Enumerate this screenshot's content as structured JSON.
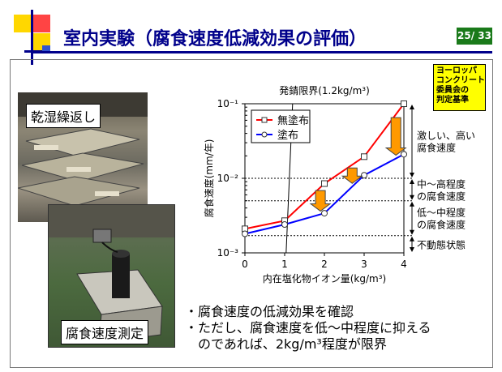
{
  "slide": {
    "title": "室内実験（腐食速度低減効果の評価）",
    "page_number": "25/ 33",
    "accent_color": "#00008b",
    "page_badge_color": "#1a7a1a"
  },
  "photos": {
    "top_caption": "乾湿繰返し",
    "bottom_caption": "腐食速度測定"
  },
  "standard_box": {
    "lines": [
      "ヨーロッパ",
      "コンクリート",
      "委員会の",
      "判定基準"
    ],
    "color": "#ffff00"
  },
  "chart_data": {
    "type": "line",
    "title": "発錆限界(1.2kg/m³)",
    "xlabel": "内在塩化物イオン量(kg/m³)",
    "ylabel": "腐食速度(mm/年)",
    "x_ticks": [
      "0",
      "1",
      "2",
      "3",
      "4"
    ],
    "y_ticks": [
      "10⁻³",
      "10⁻²",
      "10⁻¹"
    ],
    "xlim": [
      0,
      4
    ],
    "ylim": [
      0.001,
      0.1
    ],
    "y_scale": "log",
    "legend": "top-left",
    "threshold_line": 1.2,
    "series": [
      {
        "name": "無塗布",
        "color": "#ff0000",
        "marker": "square",
        "x": [
          0,
          1,
          2,
          3,
          4
        ],
        "y": [
          0.0021,
          0.0027,
          0.0085,
          0.0195,
          0.1
        ]
      },
      {
        "name": "塗布",
        "color": "#0000ff",
        "marker": "circle",
        "x": [
          0,
          1,
          2,
          3,
          4
        ],
        "y": [
          0.0018,
          0.0024,
          0.0034,
          0.011,
          0.021
        ]
      }
    ],
    "bands": [
      {
        "label": [
          "激しい、高い",
          "腐食速度"
        ],
        "from": 0.01,
        "to": 0.1
      },
      {
        "label": [
          "中～高程度",
          "の腐食速度"
        ],
        "from": 0.005,
        "to": 0.01
      },
      {
        "label": [
          "低～中程度",
          "の腐食速度"
        ],
        "from": 0.0017,
        "to": 0.005
      },
      {
        "label": [
          "不動態状態"
        ],
        "from": 0.001,
        "to": 0.0017
      }
    ],
    "reduction_arrows_x": [
      1.9,
      2.7,
      3.8
    ],
    "arrow_color": "#ff9900"
  },
  "bullets": {
    "line1": "・腐食速度の低減効果を確認",
    "line2": "・ただし、腐食速度を低～中程度に抑える",
    "line3": "　のであれば、2kg/m³程度が限界"
  }
}
